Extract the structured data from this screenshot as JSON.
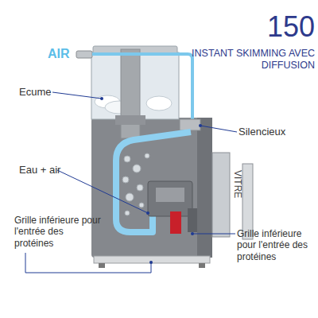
{
  "diagram": {
    "title": "150",
    "labels": [
      "AIR",
      "INSTANT SKIMMING AVEC DIFFUSION",
      "Ecume",
      "Eau + air",
      "Silencieux",
      "VITRE",
      "Grille inférieure pour l'entrée des protéines",
      "Grille inférieure pour l'entrée des protéines"
    ]
  }
}
